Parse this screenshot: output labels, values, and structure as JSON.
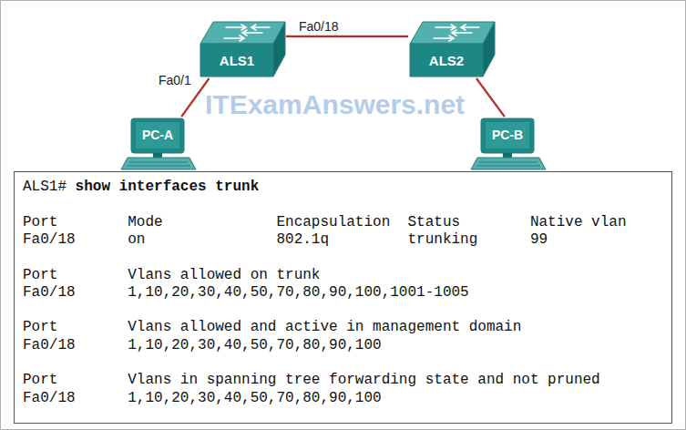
{
  "diagram": {
    "nodes": [
      {
        "text": [
          "ALS1"
        ]
      },
      {
        "text": [
          "ALS2"
        ]
      },
      {
        "text": [
          "PC-A"
        ]
      },
      {
        "text": [
          "PC-B"
        ]
      },
      {
        "text": [
          "ALS1#",
          "show interfaces trunk",
          "Port",
          "Mode",
          "Encapsulation",
          "Status",
          "Native vlan",
          "Fa0/18",
          "on",
          "802.1q",
          "trunking",
          "99",
          "Port",
          "Vlans allowed on trunk",
          "Fa0/18",
          "1,10,20,30,40,50,70,80,90,100,1001-1005",
          "Port",
          "Vlans allowed and active in management domain",
          "Fa0/18",
          "1,10,20,30,40,50,70,80,90,100",
          "Port",
          "Vlans in spanning tree forwarding state and not pruned",
          "Fa0/18",
          "1,10,20,30,40,50,70,80,90,100"
        ]
      }
    ],
    "edges": [
      {
        "from": 0,
        "to": 1,
        "arrow": "none",
        "label": "Fa0/18"
      },
      {
        "from": 0,
        "to": 2,
        "arrow": "none",
        "label": "Fa0/1"
      },
      {
        "from": 1,
        "to": 3,
        "arrow": "none"
      }
    ],
    "labels": [
      "ITExamAnswers.net"
    ]
  }
}
